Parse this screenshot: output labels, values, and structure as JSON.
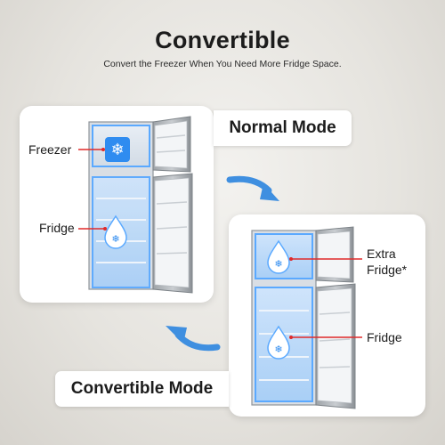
{
  "header": {
    "title": "Convertible",
    "subtitle": "Convert the Freezer When You Need More Fridge Space."
  },
  "normal_mode": {
    "tag": "Normal Mode",
    "labels": {
      "freezer": "Freezer",
      "fridge": "Fridge"
    }
  },
  "convertible_mode": {
    "tag": "Convertible Mode",
    "labels": {
      "extra_fridge": "Extra\nFridge*",
      "fridge": "Fridge"
    }
  },
  "icons": {
    "freezer_compartment": "snowflake-icon",
    "fridge_compartment": "water-drop-snowflake-icon",
    "mode_switch_forward": "curved-arrow-down-right-icon",
    "mode_switch_back": "curved-arrow-up-left-icon"
  },
  "colors": {
    "compartment_glow": "#5aa9ff",
    "freezer_badge": "#2f8cf0",
    "pointer_line": "#e02a2a",
    "arrow": "#3f8fe0"
  }
}
